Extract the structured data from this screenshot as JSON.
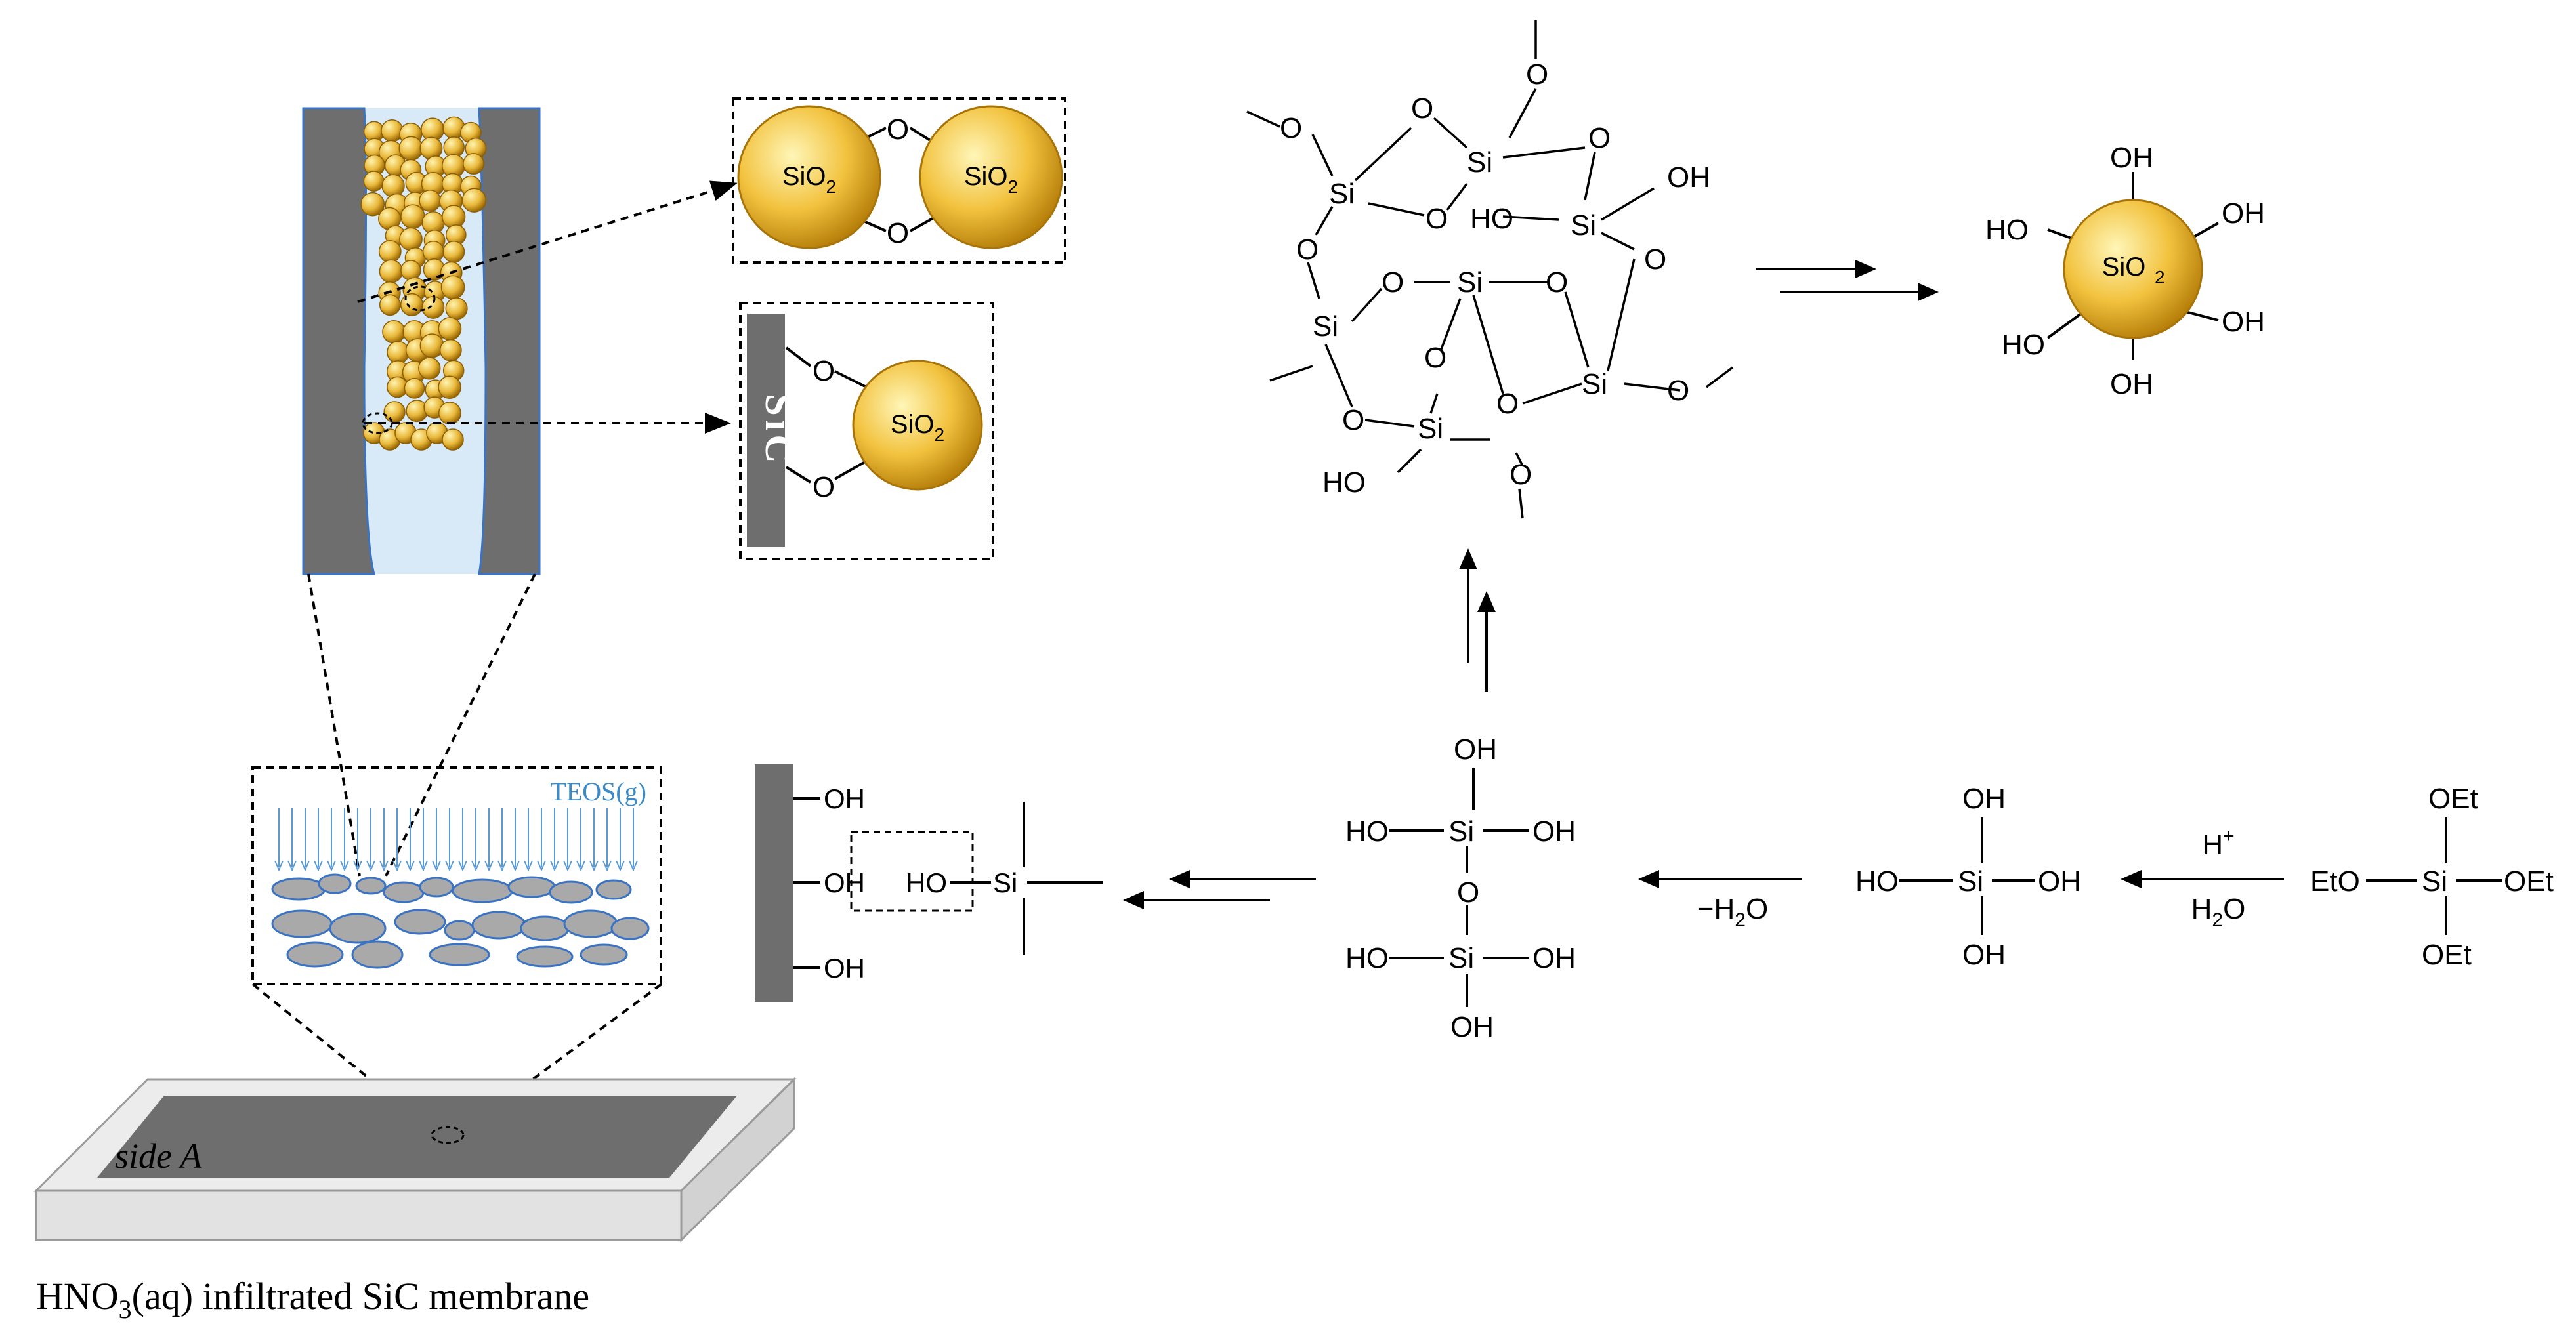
{
  "caption": {
    "prefix": "HNO",
    "sub": "3",
    "suffix": "(aq) infiltrated  SiC membrane"
  },
  "membrane": {
    "side_label": "side A"
  },
  "vapor": {
    "label": "TEOS(g)"
  },
  "particles": {
    "sio2_main": "SiO",
    "sub2": "2",
    "sic_label": "SiC",
    "bridge_o": "O"
  },
  "surface": {
    "oh": "OH",
    "ho": "HO",
    "si": "Si"
  },
  "chem": {
    "oet": "OEt",
    "eto": "EtO",
    "si": "Si",
    "oh": "OH",
    "ho": "HO",
    "o": "O",
    "catalyst_top": "H",
    "catalyst_top_sup": "+",
    "catalyst_bottom_main": "H",
    "catalyst_bottom_sub": "2",
    "catalyst_bottom_tail": "O",
    "condensation_main": "−H",
    "condensation_sub": "2",
    "condensation_tail": "O"
  },
  "colors": {
    "gold_light": "#fff3a8",
    "gold_mid": "#f0c040",
    "gold_dark": "#b07a08",
    "gray": "#6e6e6e",
    "pore_blue": "#d8e9f7",
    "vapor_blue": "#5b9bd5",
    "stone_fill": "#a9a9a9",
    "stone_edge": "#3a73c4"
  }
}
